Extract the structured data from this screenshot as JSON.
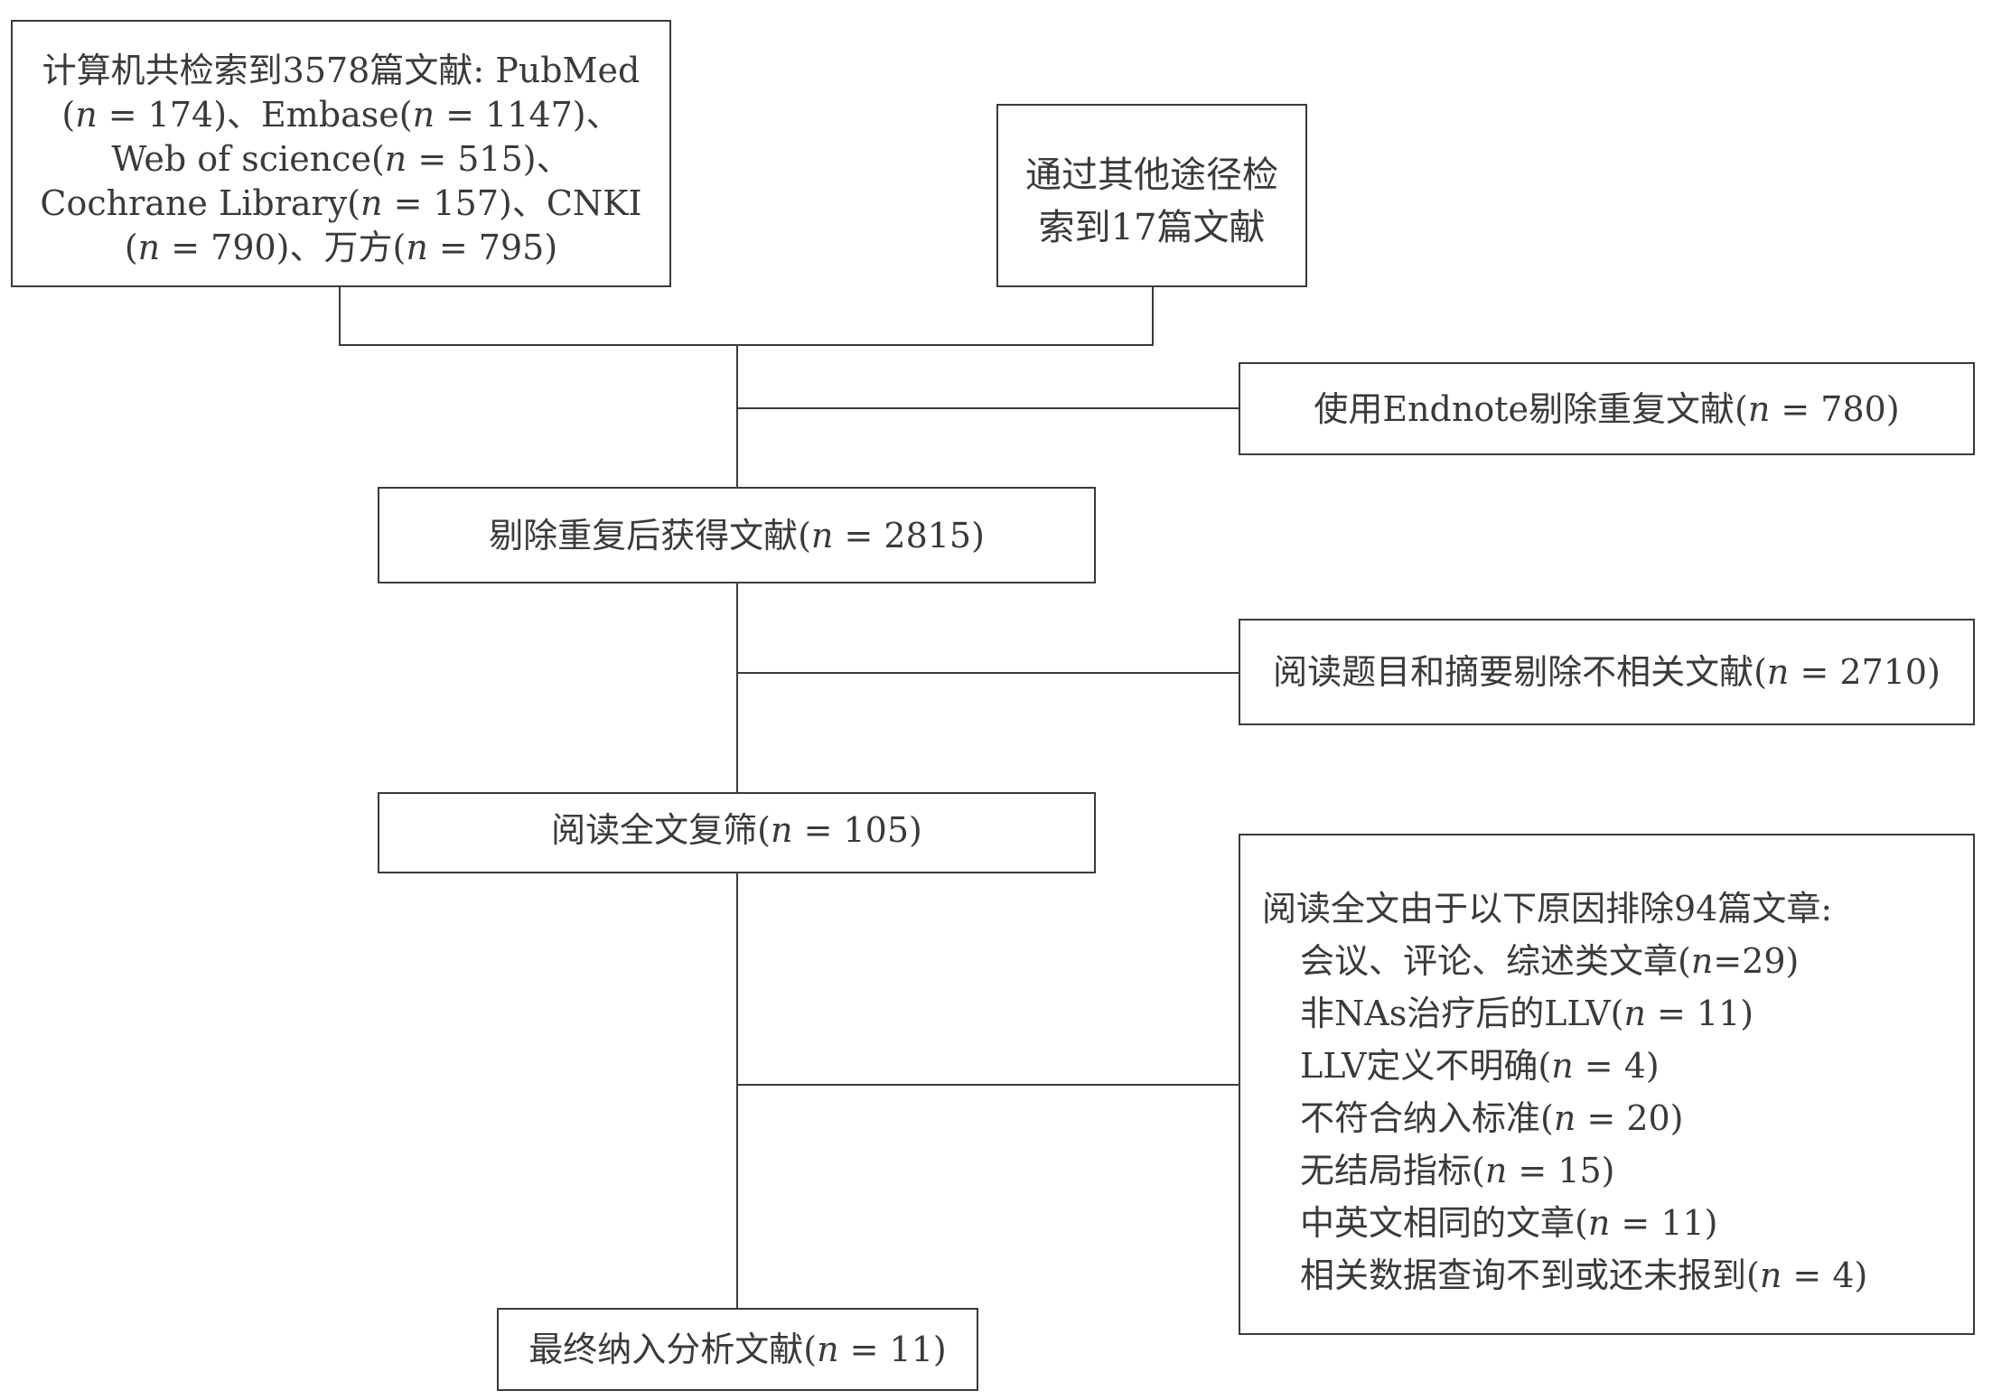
{
  "diagram": {
    "search_db": {
      "lines": [
        "计算机共检索到3578篇文献: PubMed",
        "(n = 174)、Embase(n = 1147)、",
        "Web  of  science(n = 515)、",
        "Cochrane  Library(n = 157)、CNKI",
        "(n = 790)、万方(n = 795)"
      ]
    },
    "search_other": {
      "lines": [
        "通过其他途径检",
        "索到17篇文献"
      ]
    },
    "dedup_excluded": {
      "text": "使用Endnote剔除重复文献(n = 780)"
    },
    "after_dedup": {
      "text": "剔除重复后获得文献(n = 2815)"
    },
    "title_abstract_excluded": {
      "text": "阅读题目和摘要剔除不相关文献(n = 2710)"
    },
    "fulltext_screen": {
      "text": "阅读全文复筛(n = 105)"
    },
    "fulltext_excluded": {
      "heading": "阅读全文由于以下原因排除94篇文章:",
      "reasons": [
        "会议、评论、综述类文章(n=29)",
        "非NAs治疗后的LLV(n = 11)",
        "LLV定义不明确(n = 4)",
        "不符合纳入标准(n = 20)",
        "无结局指标(n = 15)",
        "中英文相同的文章(n = 11)",
        "相关数据查询不到或还未报到(n = 4)"
      ]
    },
    "final_included": {
      "text": "最终纳入分析文献(n = 11)"
    }
  }
}
